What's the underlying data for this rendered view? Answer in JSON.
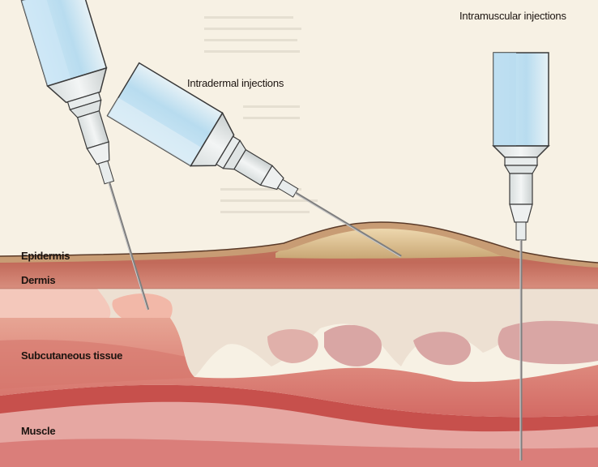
{
  "labels": {
    "intradermal": "Intradermal injections",
    "intramuscular": "Intramuscular injections",
    "epidermis": "Epidermis",
    "dermis": "Dermis",
    "subcutaneous": "Subcutaneous tissue",
    "muscle": "Muscle"
  },
  "colors": {
    "background": "#f7f1e4",
    "epidermis": "#d9b98f",
    "dermis": "#c0705a",
    "subcutaneous_fat": "#eedccc",
    "subcutaneous_tissue": "#d9857a",
    "muscle": "#b8363b",
    "muscle_band": "#e9a8a4",
    "syringe_fluid": "#bfe0f2",
    "syringe_body": "#e8ecec",
    "needle": "#9a9a9a"
  },
  "icons": [
    "syringe-icon",
    "syringe-icon",
    "syringe-icon"
  ]
}
